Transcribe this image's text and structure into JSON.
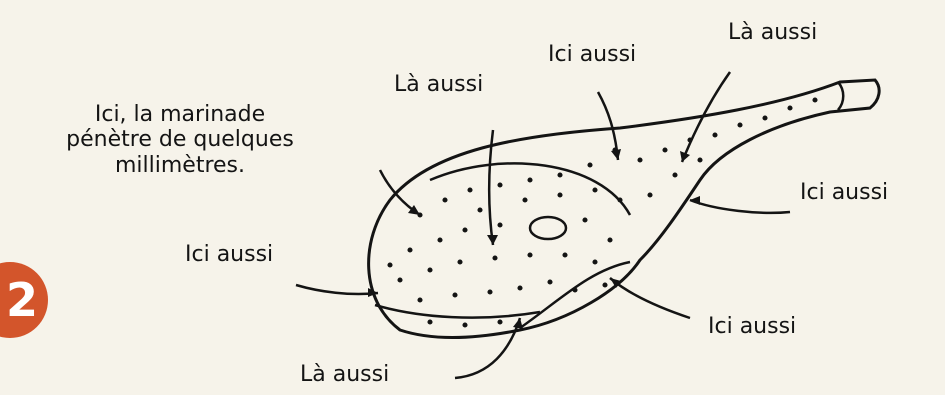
{
  "step_number": "2",
  "labels": {
    "main_note": [
      "Ici, la marinade",
      "pénètre de quelques",
      "millimètres."
    ],
    "la_aussi_top_left": "Là aussi",
    "ici_aussi_top_middle": "Ici aussi",
    "la_aussi_top_right": "Là aussi",
    "ici_aussi_right": "Ici aussi",
    "ici_aussi_left": "Ici aussi",
    "ici_aussi_bottom_right": "Ici aussi",
    "la_aussi_bottom": "Là aussi"
  },
  "colors": {
    "background": "#f6f3ea",
    "ink": "#141414",
    "badge": "#d3552b"
  }
}
